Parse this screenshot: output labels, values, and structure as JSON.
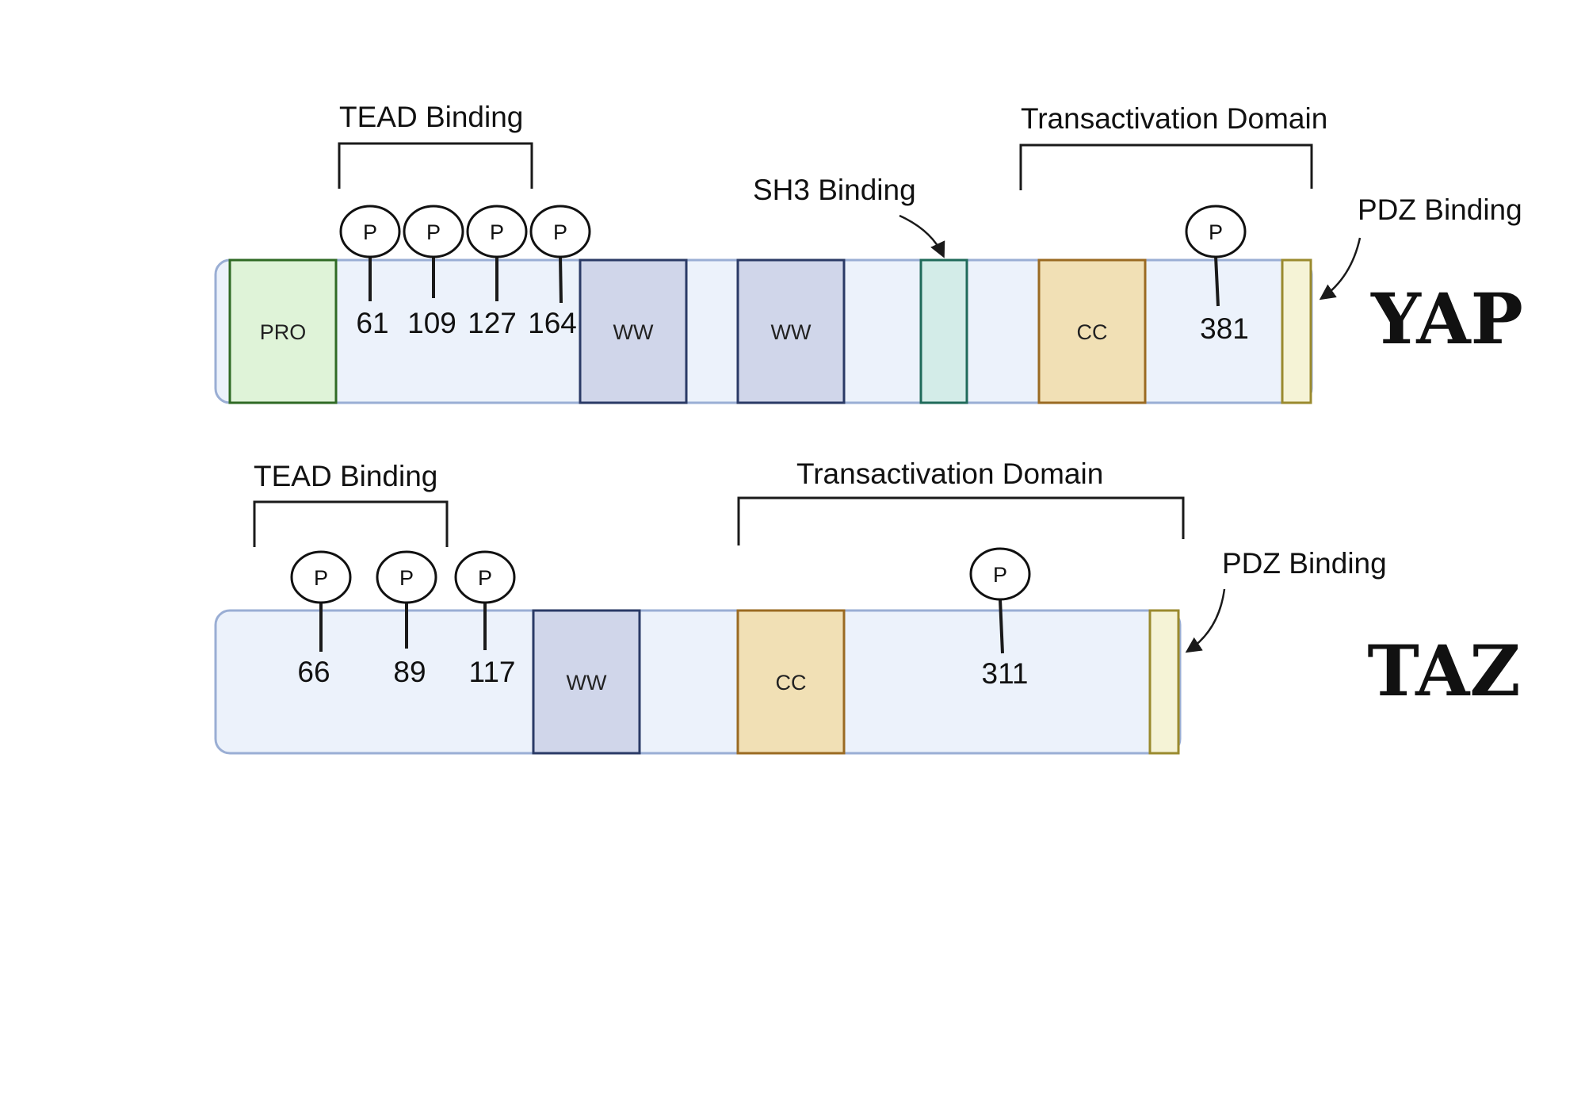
{
  "colors": {
    "backbone_fill": "#ecf2fb",
    "backbone_stroke": "#9aaed4",
    "pro_fill": "#dff3d8",
    "pro_stroke": "#2f6a24",
    "ww_fill": "#d0d6ea",
    "ww_stroke": "#2a3a66",
    "sh3_fill": "#d3ece8",
    "sh3_stroke": "#1f6a5a",
    "cc_fill": "#f1e0b5",
    "cc_stroke": "#9a6a22",
    "pdz_fill": "#f5f3d6",
    "pdz_stroke": "#9a8a2e"
  },
  "yap": {
    "name": "YAP",
    "pro_label": "PRO",
    "ww1_label": "WW",
    "ww2_label": "WW",
    "cc_label": "CC",
    "tead_label": "TEAD Binding",
    "trans_label": "Transactivation Domain",
    "sh3_label": "SH3 Binding",
    "pdz_label": "PDZ Binding",
    "phospho_label": "P",
    "sites": [
      "61",
      "109",
      "127",
      "164",
      "381"
    ]
  },
  "taz": {
    "name": "TAZ",
    "ww_label": "WW",
    "cc_label": "CC",
    "tead_label": "TEAD Binding",
    "trans_label": "Transactivation Domain",
    "pdz_label": "PDZ Binding",
    "phospho_label": "P",
    "sites": [
      "66",
      "89",
      "117",
      "311"
    ]
  }
}
